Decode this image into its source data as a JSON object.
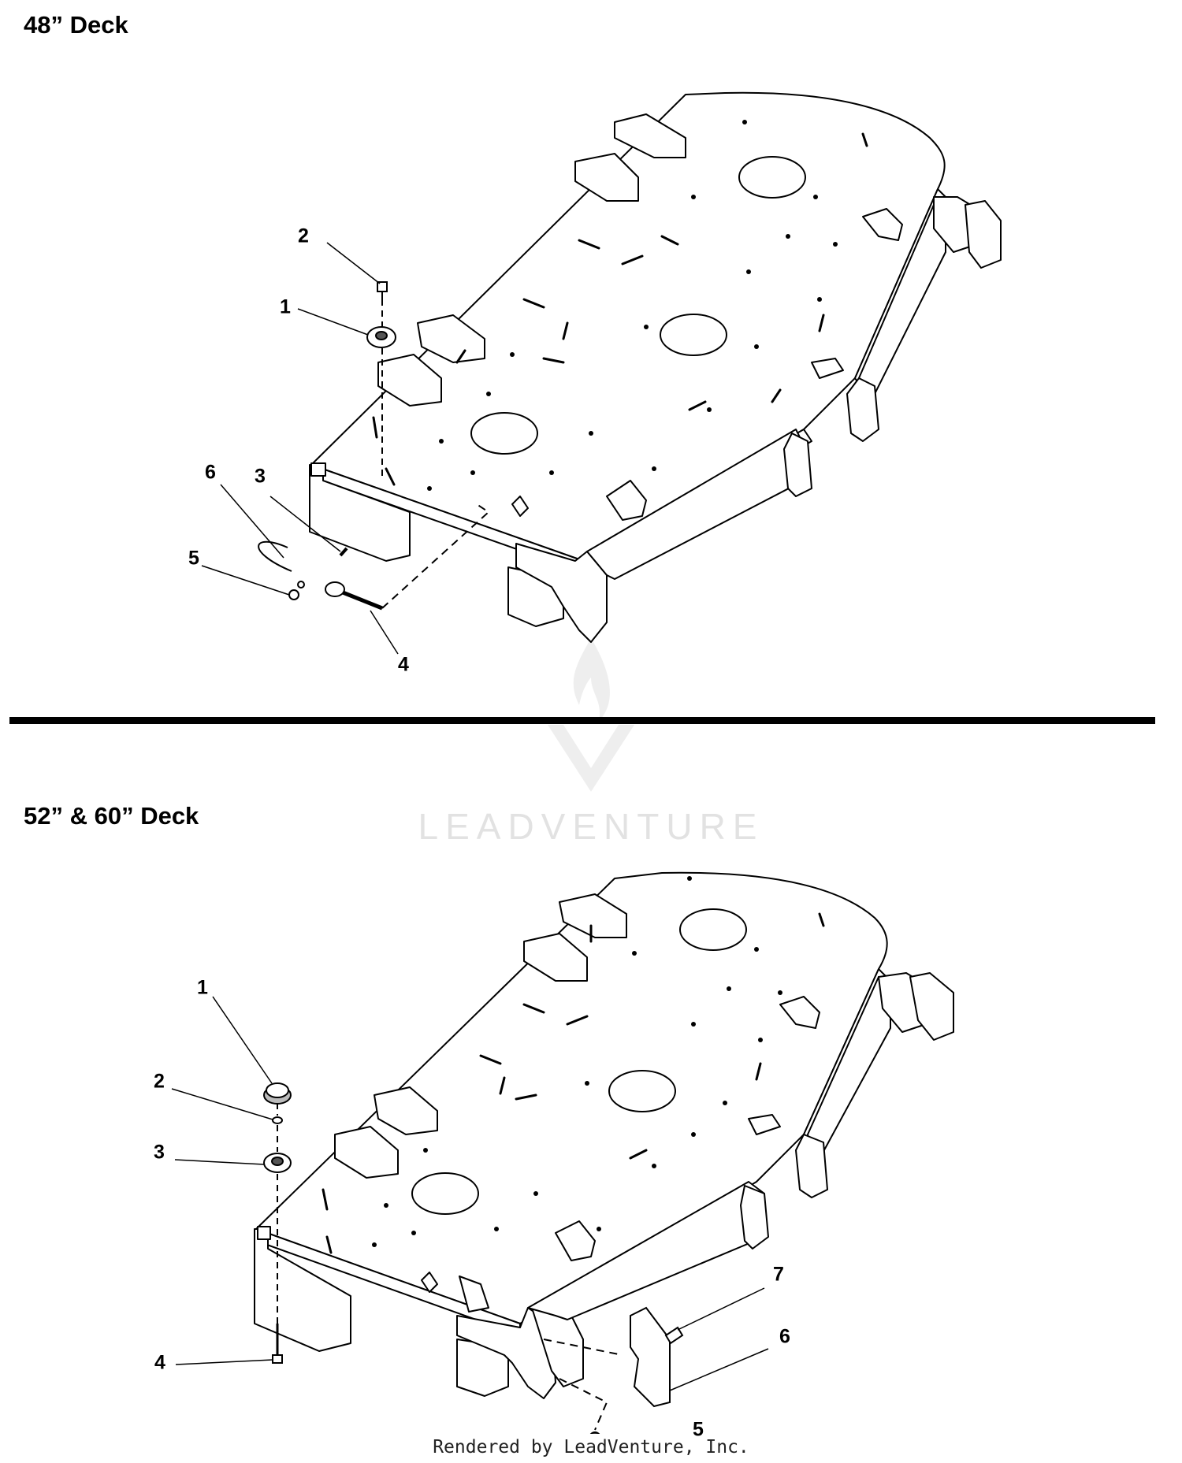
{
  "sections": [
    {
      "title": "48” Deck",
      "callouts": [
        "2",
        "1",
        "6",
        "3",
        "5",
        "4"
      ]
    },
    {
      "title": "52” & 60” Deck",
      "callouts": [
        "1",
        "2",
        "3",
        "4",
        "7",
        "6",
        "5"
      ]
    }
  ],
  "watermark": {
    "text": "LEADVENTURE"
  },
  "footer": {
    "text": "Rendered by LeadVenture, Inc."
  },
  "colors": {
    "line": "#000000",
    "background": "#ffffff",
    "watermark": "#e2e2e2"
  }
}
